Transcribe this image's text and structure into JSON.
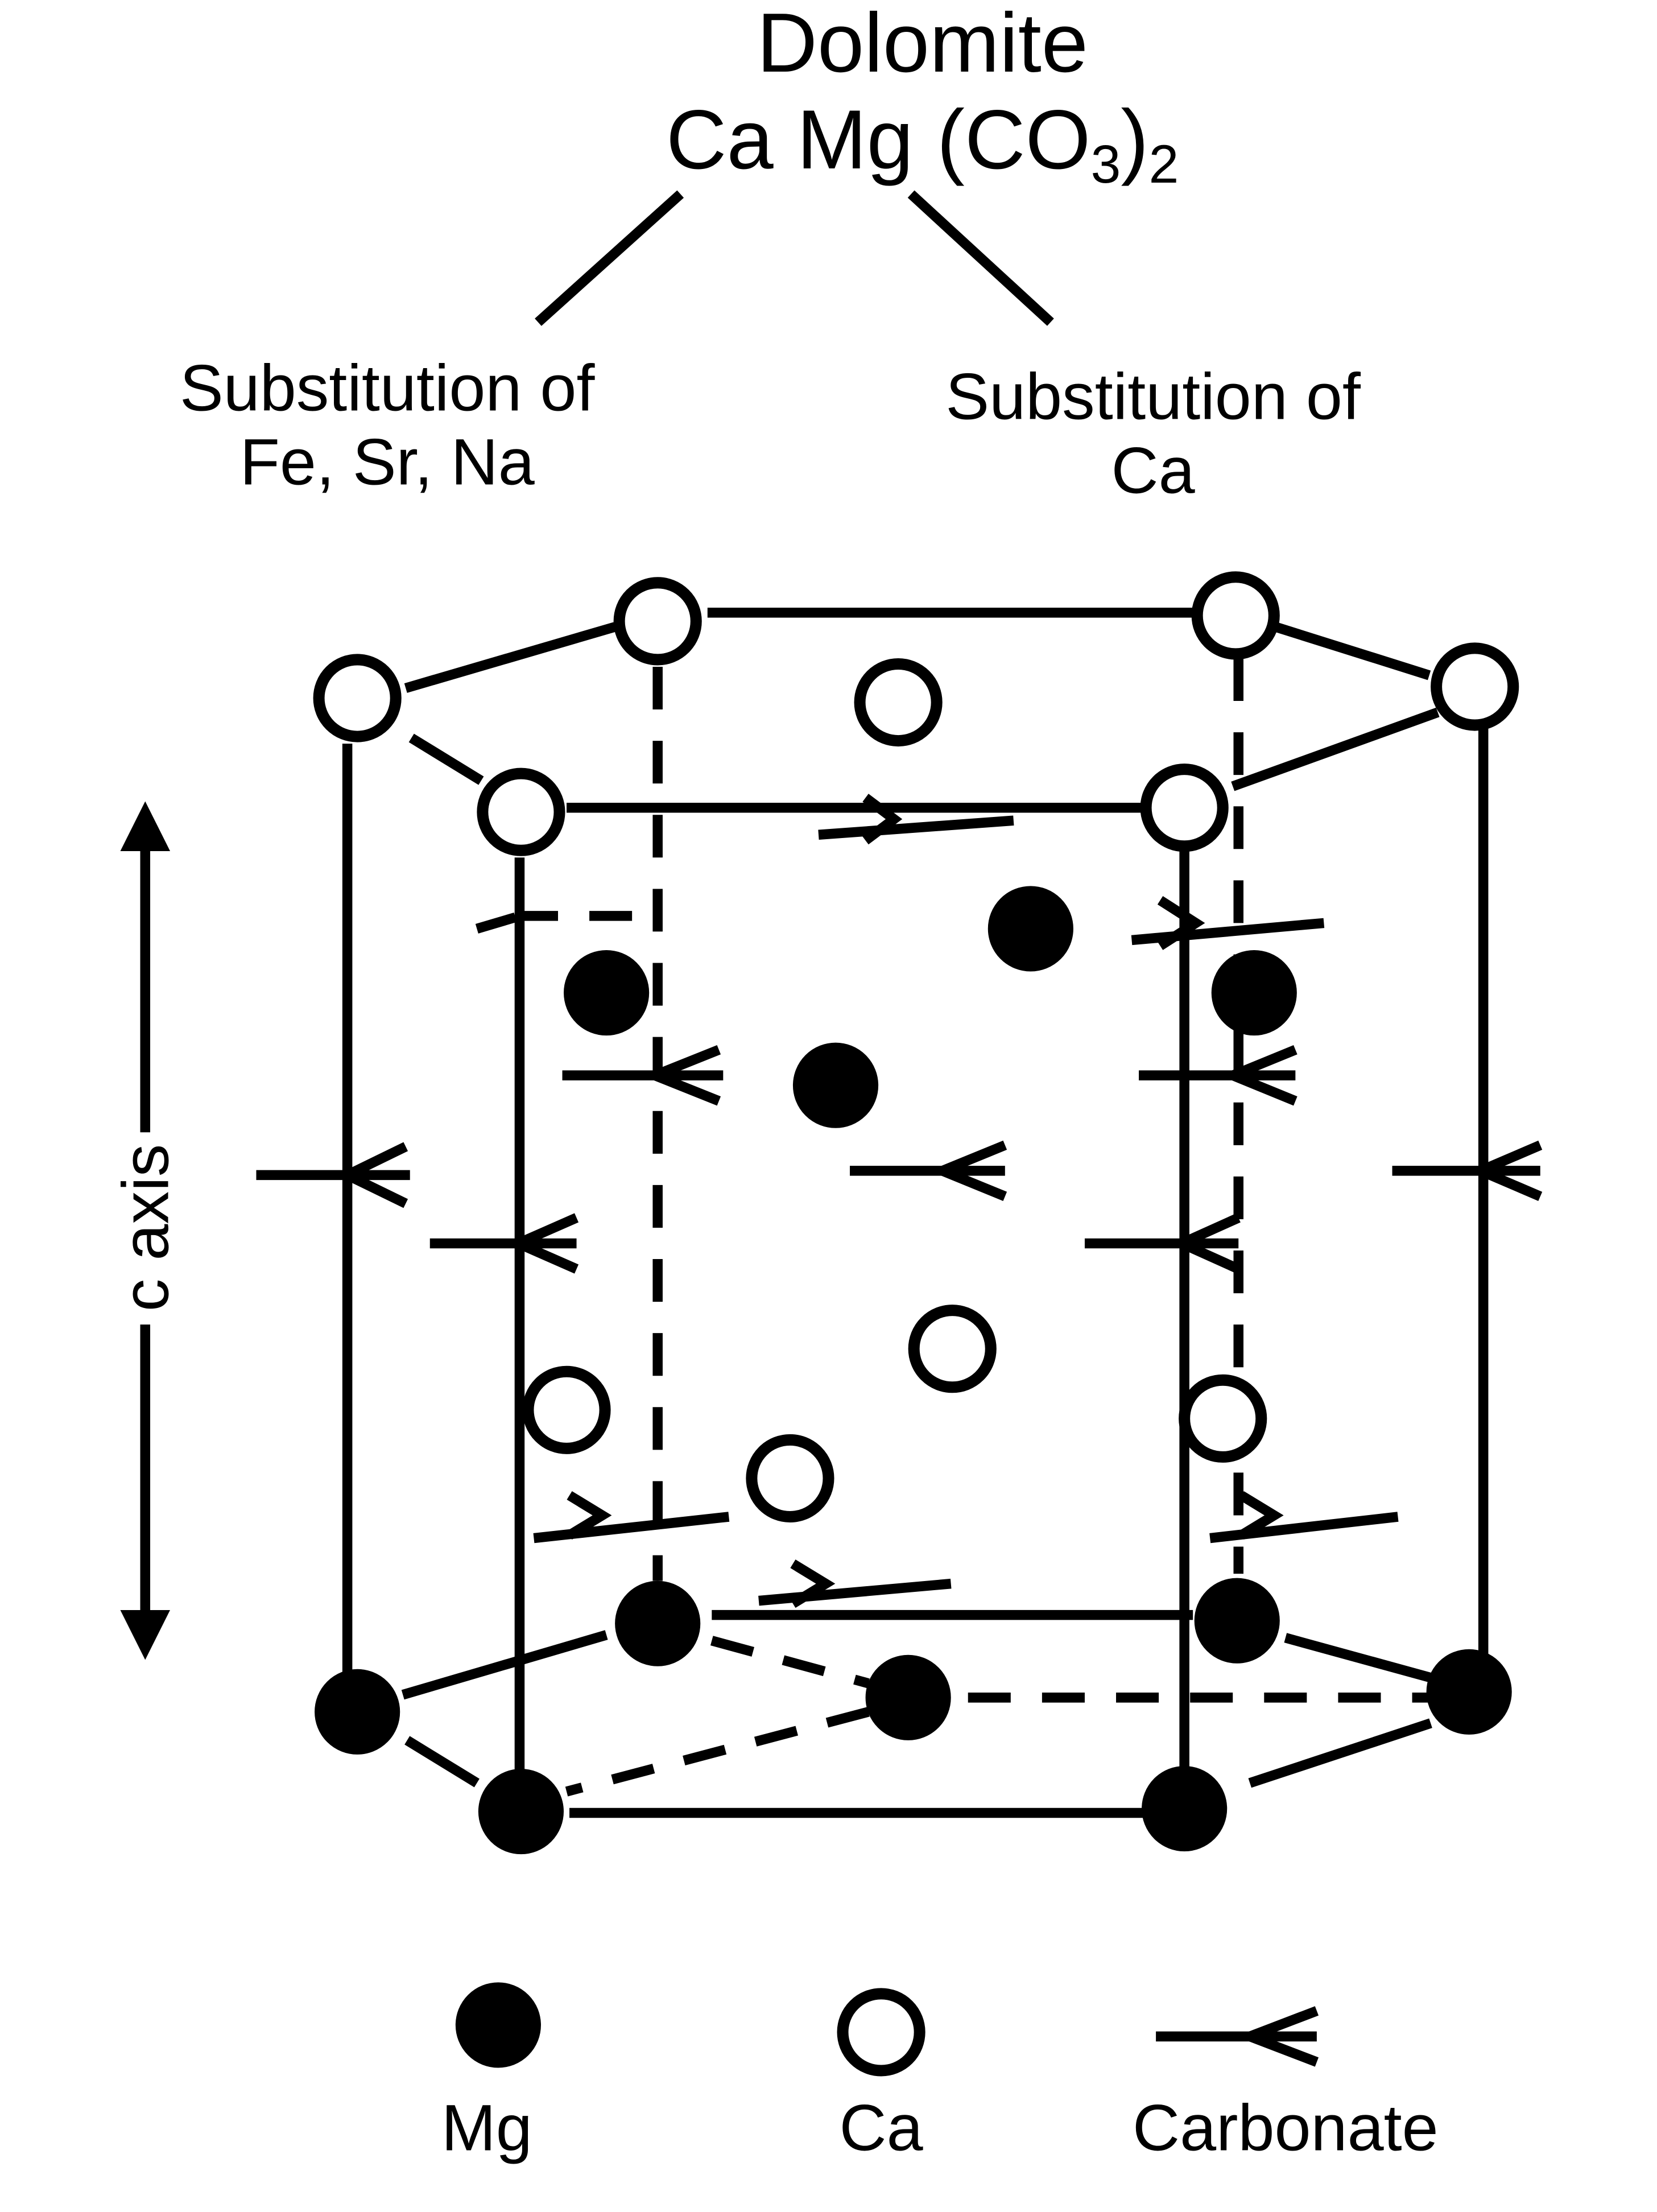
{
  "diagram": {
    "title": "Dolomite",
    "formula": {
      "base": "Ca Mg (CO",
      "sub1": "3",
      "close": ")",
      "sub2": "2"
    },
    "branch_left": {
      "line1": "Substitution of",
      "line2": "Fe, Sr, Na"
    },
    "branch_right": {
      "line1": "Substitution of",
      "line2": "Ca"
    },
    "axis_label": "c axis"
  },
  "legend": {
    "mg": "Mg",
    "ca": "Ca",
    "carbonate": "Carbonate"
  },
  "colors": {
    "ink": "#000000",
    "paper": "#ffffff"
  },
  "icons": {
    "mg": "filled-circle",
    "ca": "open-circle",
    "carbonate": "line-with-chevron",
    "axis": "double-headed-arrow"
  }
}
